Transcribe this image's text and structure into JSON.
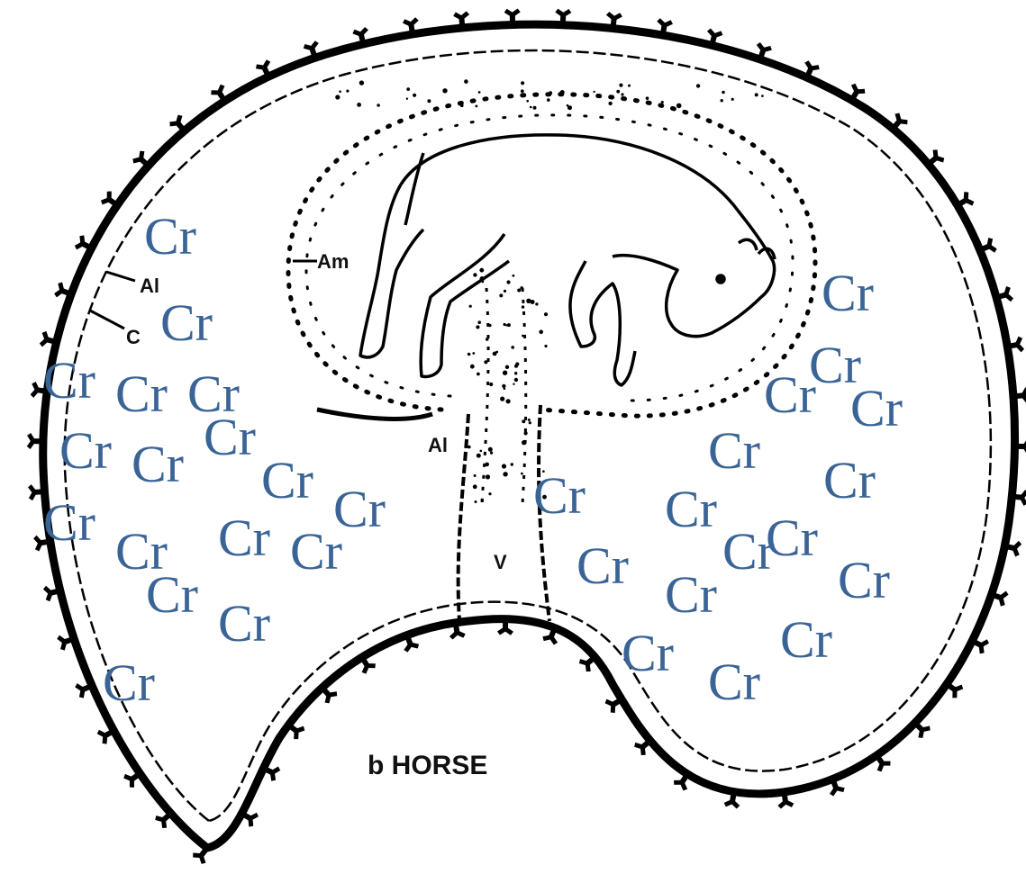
{
  "figure": {
    "caption": "b HORSE",
    "labels": {
      "allantois_upper": "Al",
      "chorion": "C",
      "amnion": "Am",
      "allantois_lower": "Al",
      "vessel": "V"
    },
    "overlay": {
      "text": "Cr",
      "color": "#3a6496"
    }
  }
}
